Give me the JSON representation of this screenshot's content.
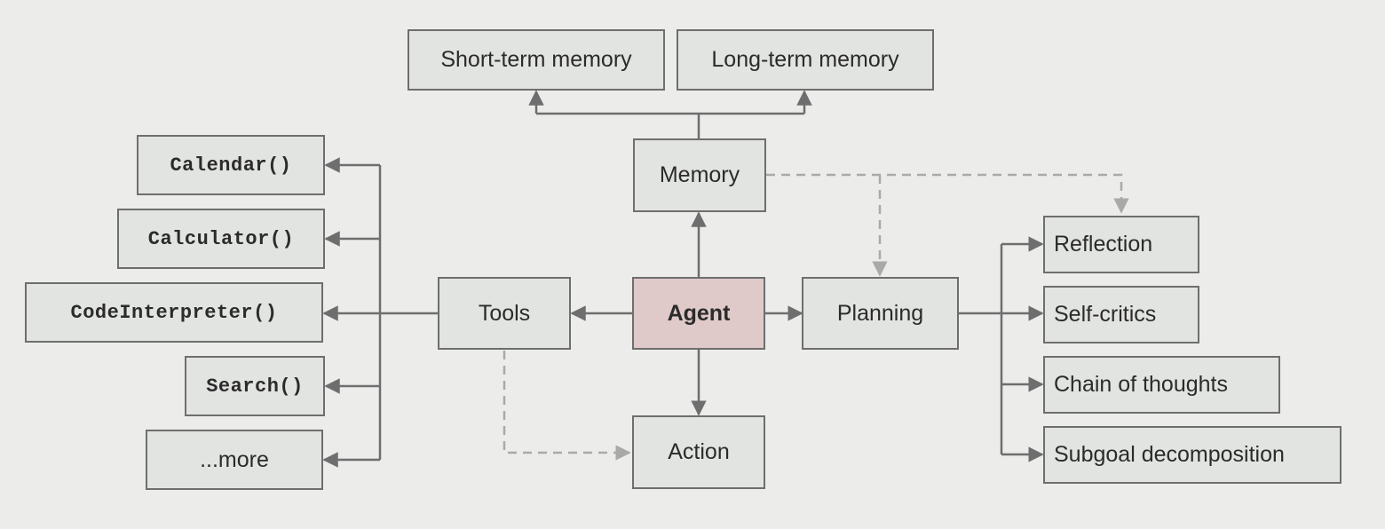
{
  "colors": {
    "background": "#ececeb",
    "node_fill": "#e2e4e1",
    "agent_fill": "#dfc9c9",
    "edge_solid": "#6e6e6e",
    "edge_dashed": "#a9a9a9"
  },
  "nodes": {
    "short_term_memory": "Short-term memory",
    "long_term_memory": "Long-term memory",
    "memory": "Memory",
    "agent": "Agent",
    "tools": "Tools",
    "planning": "Planning",
    "action": "Action",
    "calendar": "Calendar()",
    "calculator": "Calculator()",
    "code_interpreter": "CodeInterpreter()",
    "search": "Search()",
    "more": "...more",
    "reflection": "Reflection",
    "self_critics": "Self-critics",
    "chain_of_thoughts": "Chain of thoughts",
    "subgoal_decomposition": "Subgoal decomposition"
  },
  "edges": [
    {
      "from": "agent",
      "to": "memory",
      "style": "solid"
    },
    {
      "from": "agent",
      "to": "tools",
      "style": "solid"
    },
    {
      "from": "agent",
      "to": "planning",
      "style": "solid"
    },
    {
      "from": "agent",
      "to": "action",
      "style": "solid"
    },
    {
      "from": "memory",
      "to": "short_term_memory",
      "style": "solid"
    },
    {
      "from": "memory",
      "to": "long_term_memory",
      "style": "solid"
    },
    {
      "from": "tools",
      "to": "calendar",
      "style": "solid"
    },
    {
      "from": "tools",
      "to": "calculator",
      "style": "solid"
    },
    {
      "from": "tools",
      "to": "code_interpreter",
      "style": "solid"
    },
    {
      "from": "tools",
      "to": "search",
      "style": "solid"
    },
    {
      "from": "tools",
      "to": "more",
      "style": "solid"
    },
    {
      "from": "planning",
      "to": "reflection",
      "style": "solid"
    },
    {
      "from": "planning",
      "to": "self_critics",
      "style": "solid"
    },
    {
      "from": "planning",
      "to": "chain_of_thoughts",
      "style": "solid"
    },
    {
      "from": "planning",
      "to": "subgoal_decomposition",
      "style": "solid"
    },
    {
      "from": "memory",
      "to": "planning",
      "style": "dashed"
    },
    {
      "from": "memory",
      "to": "reflection",
      "style": "dashed"
    },
    {
      "from": "tools",
      "to": "action",
      "style": "dashed"
    }
  ]
}
